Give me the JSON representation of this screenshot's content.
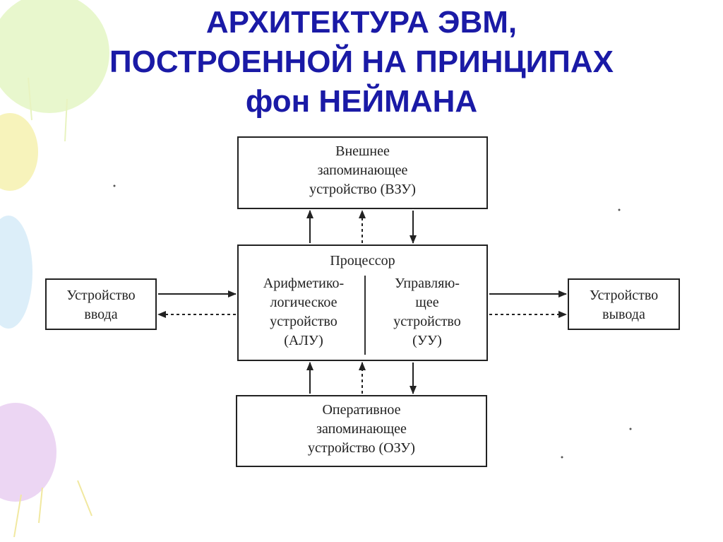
{
  "title": {
    "line1": "АРХИТЕКТУРА ЭВМ,",
    "line2": "ПОСТРОЕННОЙ НА ПРИНЦИПАХ",
    "line3": "фон НЕЙМАНА"
  },
  "vzu": {
    "line1": "Внешнее",
    "line2": "запоминающее",
    "line3": "устройство (ВЗУ)"
  },
  "processor": {
    "title": "Процессор",
    "alu": {
      "line1": "Арифметико-",
      "line2": "логическое",
      "line3": "устройство",
      "line4": "(АЛУ)"
    },
    "uu": {
      "line1": "Управляю-",
      "line2": "щее",
      "line3": "устройство",
      "line4": "(УУ)"
    }
  },
  "ozu": {
    "line1": "Оперативное",
    "line2": "запоминающее",
    "line3": "устройство (ОЗУ)"
  },
  "input_device": {
    "line1": "Устройство",
    "line2": "ввода"
  },
  "output_device": {
    "line1": "Устройство",
    "line2": "вывода"
  }
}
